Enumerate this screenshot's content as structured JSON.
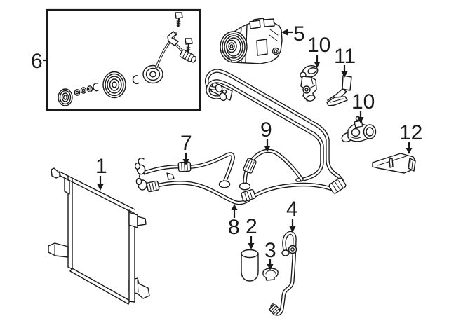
{
  "callouts": [
    {
      "label": "1"
    },
    {
      "label": "2"
    },
    {
      "label": "3"
    },
    {
      "label": "4"
    },
    {
      "label": "5"
    },
    {
      "label": "6"
    },
    {
      "label": "7"
    },
    {
      "label": "8"
    },
    {
      "label": "9"
    },
    {
      "label": "10"
    },
    {
      "label": "10"
    },
    {
      "label": "11"
    },
    {
      "label": "12"
    }
  ],
  "colors": {
    "line_art": "#1a1a1a",
    "background": "#ffffff"
  }
}
